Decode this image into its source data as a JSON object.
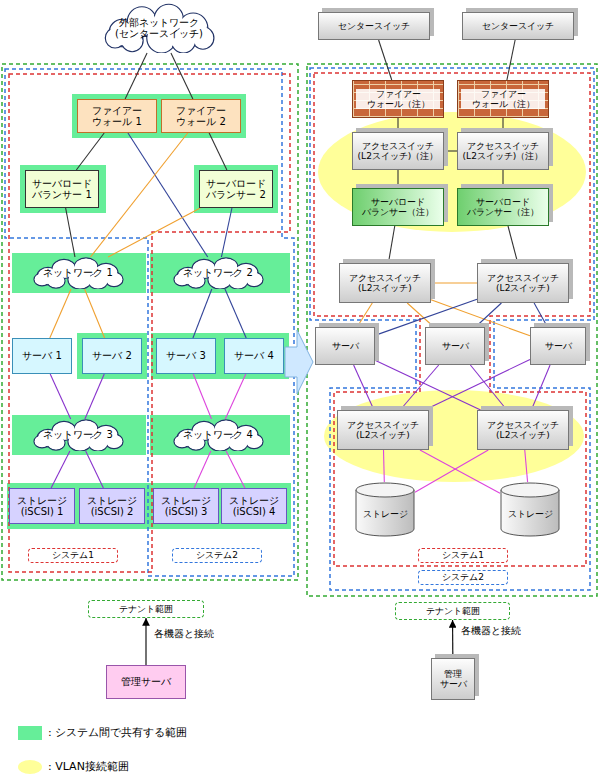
{
  "diagram": {
    "nodes": [
      {
        "text": [
          "外部ネットワーク (センタースイッチ)"
        ]
      },
      {
        "text": [
          "ファイアー ウォール 1"
        ]
      },
      {
        "text": [
          "ファイアー ウォール 2"
        ]
      },
      {
        "text": [
          "サーバロード バランサー 1"
        ]
      },
      {
        "text": [
          "サーバロード バランサー 2"
        ]
      },
      {
        "text": [
          "ネットワーク 1"
        ]
      },
      {
        "text": [
          "ネットワーク 2"
        ]
      },
      {
        "text": [
          "サーバ 1"
        ]
      },
      {
        "text": [
          "サーバ 2"
        ]
      },
      {
        "text": [
          "サーバ 3"
        ]
      },
      {
        "text": [
          "サーバ 4"
        ]
      },
      {
        "text": [
          "ネットワーク 3"
        ]
      },
      {
        "text": [
          "ネットワーク 4"
        ]
      },
      {
        "text": [
          "ストレージ (iSCSI) 1"
        ]
      },
      {
        "text": [
          "ストレージ (iSCSI) 2"
        ]
      },
      {
        "text": [
          "ストレージ (iSCSI) 3"
        ]
      },
      {
        "text": [
          "ストレージ (iSCSI) 4"
        ]
      },
      {
        "text": [
          "システム1"
        ]
      },
      {
        "text": [
          "システム2"
        ]
      },
      {
        "text": [
          "テナント範囲"
        ]
      },
      {
        "text": [
          "管理サーバ"
        ]
      },
      {
        "text": [
          "センタースイッチ"
        ]
      },
      {
        "text": [
          "センタースイッチ"
        ]
      },
      {
        "text": [
          "ファイアー ウォール（注）"
        ]
      },
      {
        "text": [
          "ファイアー ウォール（注）"
        ]
      },
      {
        "text": [
          "アクセススイッチ (L2スイッチ)（注）"
        ]
      },
      {
        "text": [
          "アクセススイッチ (L2スイッチ)（注）"
        ]
      },
      {
        "text": [
          "サーバロード バランサー（注）"
        ]
      },
      {
        "text": [
          "サーバロード バランサー（注）"
        ]
      },
      {
        "text": [
          "アクセススイッチ (L2スイッチ)"
        ]
      },
      {
        "text": [
          "アクセススイッチ (L2スイッチ)"
        ]
      },
      {
        "text": [
          "サーバ"
        ]
      },
      {
        "text": [
          "サーバ"
        ]
      },
      {
        "text": [
          "サーバ"
        ]
      },
      {
        "text": [
          "アクセススイッチ (L2スイッチ)"
        ]
      },
      {
        "text": [
          "アクセススイッチ (L2スイッチ)"
        ]
      },
      {
        "text": [
          "ストレージ"
        ]
      },
      {
        "text": [
          "ストレージ"
        ]
      },
      {
        "text": [
          "システム1"
        ]
      },
      {
        "text": [
          "システム2"
        ]
      },
      {
        "text": [
          "テナント範囲"
        ]
      },
      {
        "text": [
          "管理 サーバ"
        ]
      }
    ],
    "edges": [
      {
        "from": 0,
        "to": 1,
        "arrow": "none"
      },
      {
        "from": 0,
        "to": 2,
        "arrow": "none"
      },
      {
        "from": 1,
        "to": 3,
        "arrow": "none"
      },
      {
        "from": 1,
        "to": 6,
        "arrow": "none"
      },
      {
        "from": 2,
        "to": 5,
        "arrow": "none"
      },
      {
        "from": 2,
        "to": 4,
        "arrow": "none"
      },
      {
        "from": 3,
        "to": 5,
        "arrow": "none"
      },
      {
        "from": 4,
        "to": 5,
        "arrow": "none"
      },
      {
        "from": 4,
        "to": 6,
        "arrow": "none"
      },
      {
        "from": 5,
        "to": 7,
        "arrow": "none"
      },
      {
        "from": 5,
        "to": 8,
        "arrow": "none"
      },
      {
        "from": 6,
        "to": 9,
        "arrow": "none"
      },
      {
        "from": 6,
        "to": 10,
        "arrow": "none"
      },
      {
        "from": 7,
        "to": 11,
        "arrow": "none"
      },
      {
        "from": 8,
        "to": 11,
        "arrow": "none"
      },
      {
        "from": 9,
        "to": 12,
        "arrow": "none"
      },
      {
        "from": 10,
        "to": 12,
        "arrow": "none"
      },
      {
        "from": 11,
        "to": 13,
        "arrow": "none"
      },
      {
        "from": 11,
        "to": 14,
        "arrow": "none"
      },
      {
        "from": 12,
        "to": 15,
        "arrow": "none"
      },
      {
        "from": 12,
        "to": 16,
        "arrow": "none"
      },
      {
        "from": 20,
        "to": 19,
        "arrow": "to",
        "label": "各機器と接続"
      },
      {
        "from": 21,
        "to": 23,
        "arrow": "none"
      },
      {
        "from": 22,
        "to": 24,
        "arrow": "none"
      },
      {
        "from": 23,
        "to": 25,
        "arrow": "none"
      },
      {
        "from": 24,
        "to": 26,
        "arrow": "none"
      },
      {
        "from": 25,
        "to": 26,
        "arrow": "none"
      },
      {
        "from": 25,
        "to": 27,
        "arrow": "none"
      },
      {
        "from": 26,
        "to": 28,
        "arrow": "none"
      },
      {
        "from": 27,
        "to": 29,
        "arrow": "none"
      },
      {
        "from": 28,
        "to": 30,
        "arrow": "none"
      },
      {
        "from": 29,
        "to": 30,
        "arrow": "none"
      },
      {
        "from": 29,
        "to": 31,
        "arrow": "none"
      },
      {
        "from": 29,
        "to": 32,
        "arrow": "none"
      },
      {
        "from": 29,
        "to": 33,
        "arrow": "none"
      },
      {
        "from": 30,
        "to": 31,
        "arrow": "none"
      },
      {
        "from": 30,
        "to": 32,
        "arrow": "none"
      },
      {
        "from": 30,
        "to": 33,
        "arrow": "none"
      },
      {
        "from": 31,
        "to": 34,
        "arrow": "none"
      },
      {
        "from": 31,
        "to": 35,
        "arrow": "none"
      },
      {
        "from": 32,
        "to": 34,
        "arrow": "none"
      },
      {
        "from": 32,
        "to": 35,
        "arrow": "none"
      },
      {
        "from": 33,
        "to": 34,
        "arrow": "none"
      },
      {
        "from": 33,
        "to": 35,
        "arrow": "none"
      },
      {
        "from": 34,
        "to": 36,
        "arrow": "none"
      },
      {
        "from": 34,
        "to": 37,
        "arrow": "none"
      },
      {
        "from": 35,
        "to": 36,
        "arrow": "none"
      },
      {
        "from": 35,
        "to": 37,
        "arrow": "none"
      },
      {
        "from": 41,
        "to": 40,
        "arrow": "to",
        "label": "各機器と接続"
      }
    ],
    "legend": [
      {
        "text": ": システム間で共有する範囲",
        "color": "#66ee99"
      },
      {
        "text": ": VLAN接続範囲",
        "color": "#ffff99"
      }
    ]
  }
}
